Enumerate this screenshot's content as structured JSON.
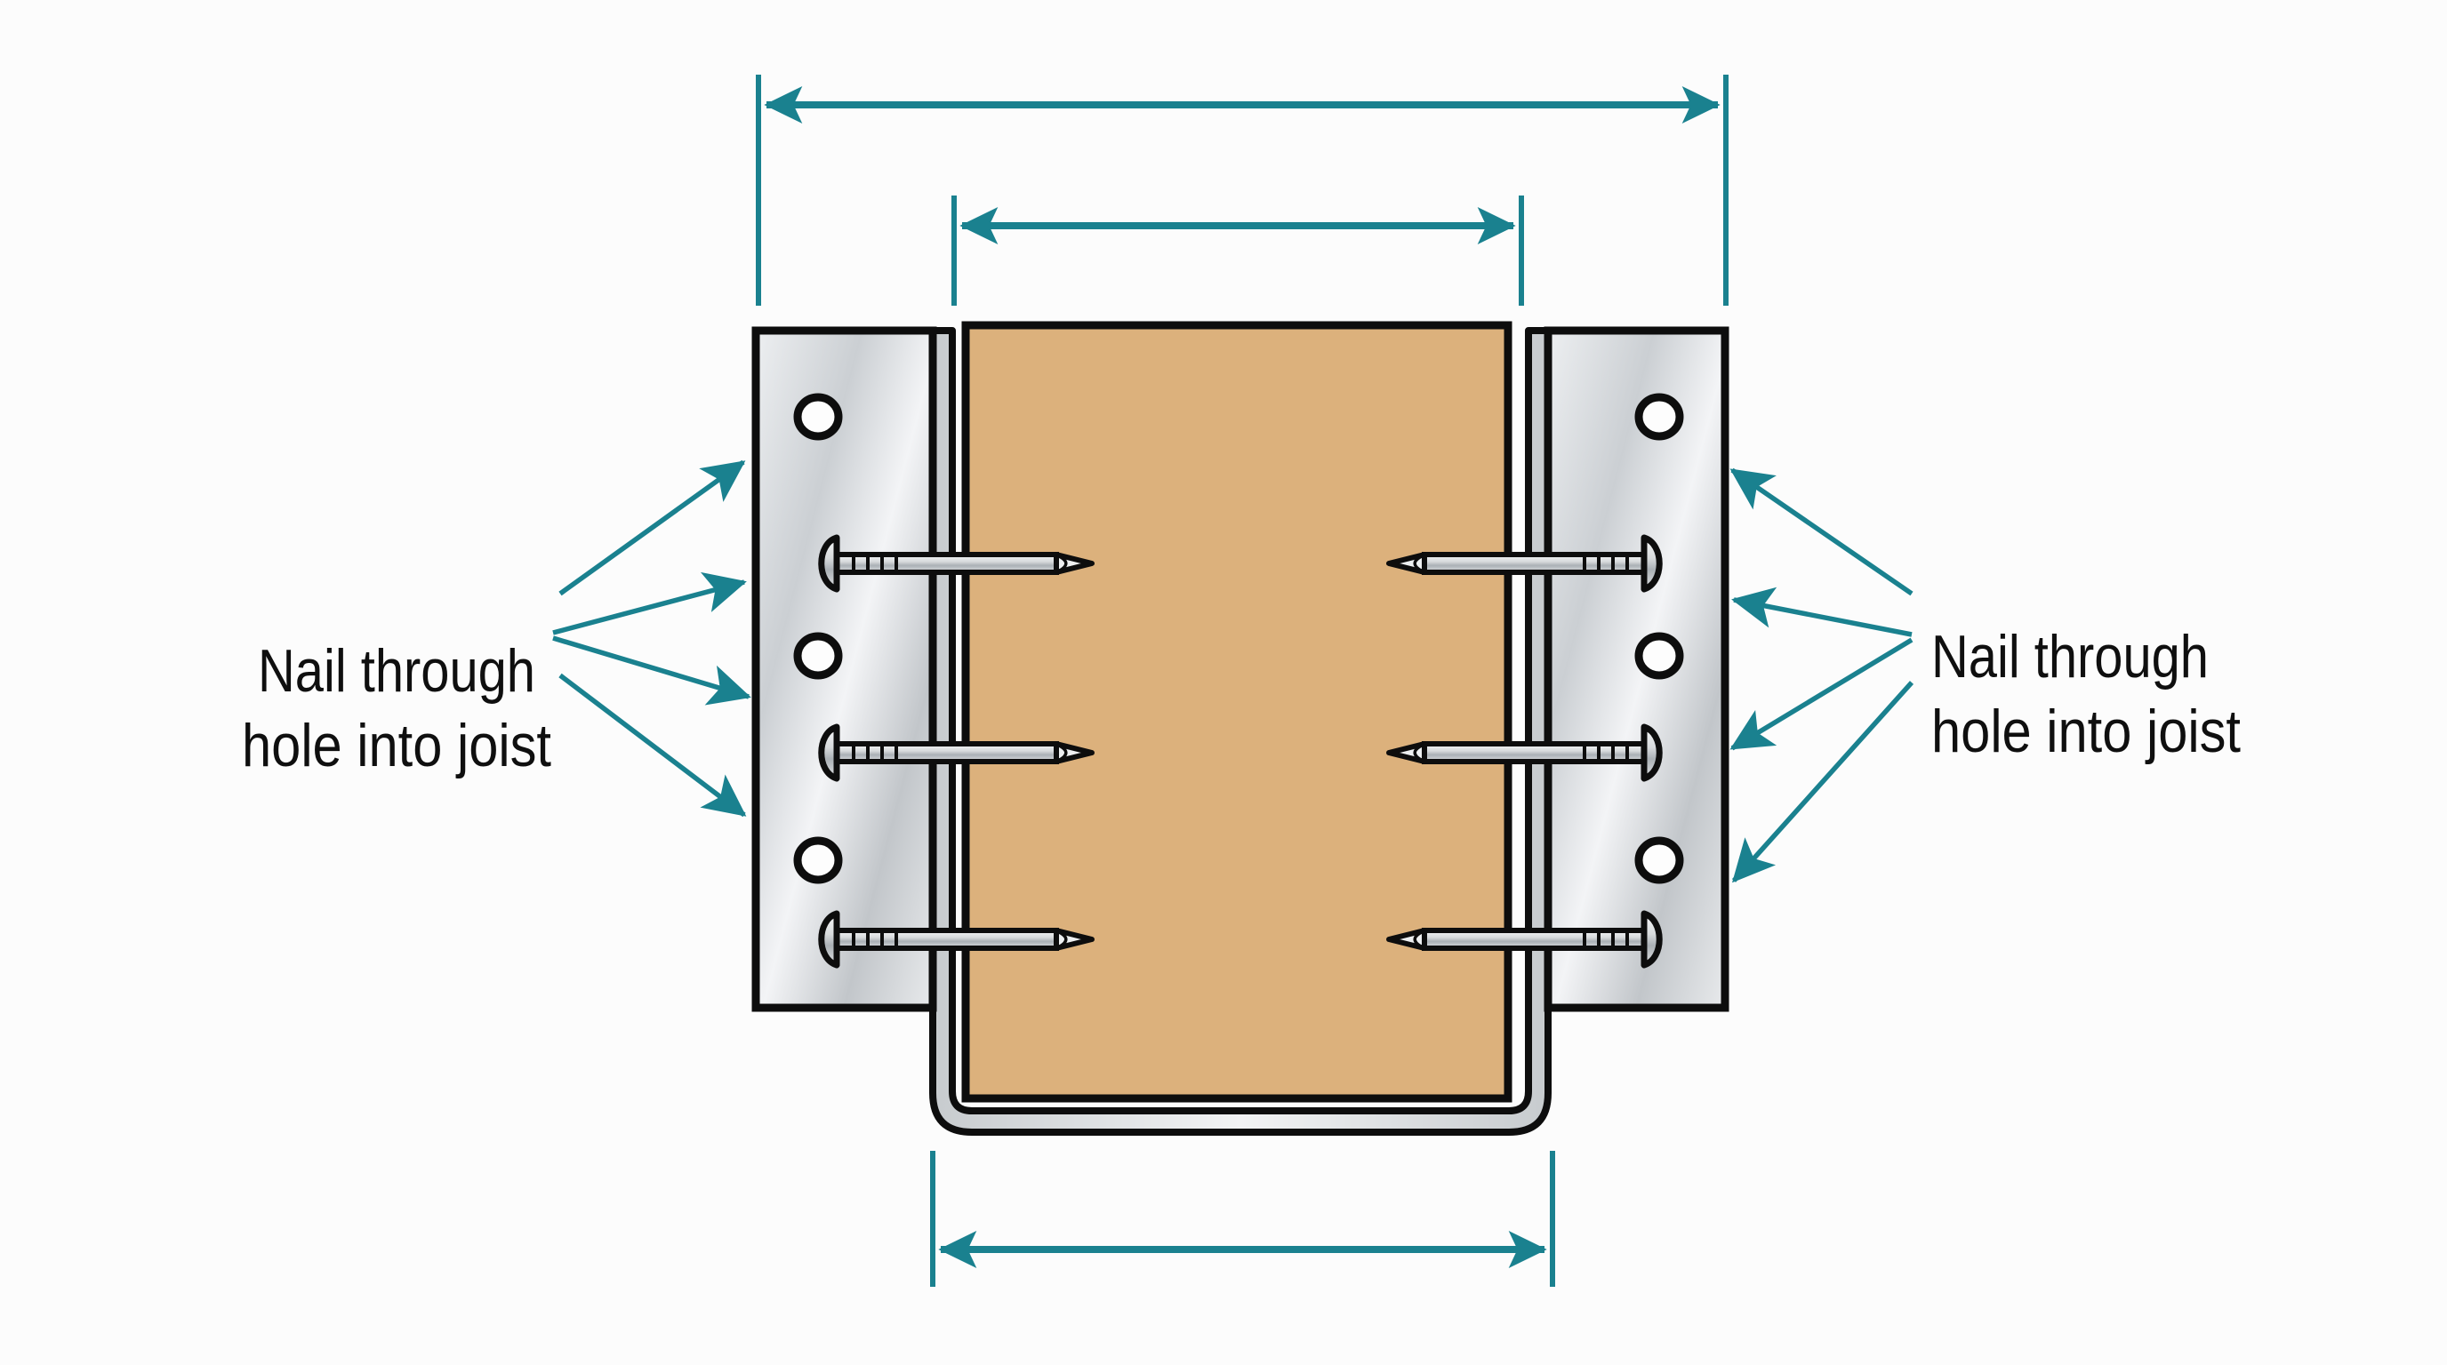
{
  "labels": {
    "left": {
      "line1": "Nail through",
      "line2": "hole into joist"
    },
    "right": {
      "line1": "Nail through",
      "line2": "hole into joist"
    }
  },
  "colors": {
    "accent": "#1a818f",
    "wood": "#dcb17c",
    "outline": "#0d0d0d",
    "hole": "#fdfdfd",
    "bg": "#fcfcfc",
    "label": "#0f0f0f"
  }
}
